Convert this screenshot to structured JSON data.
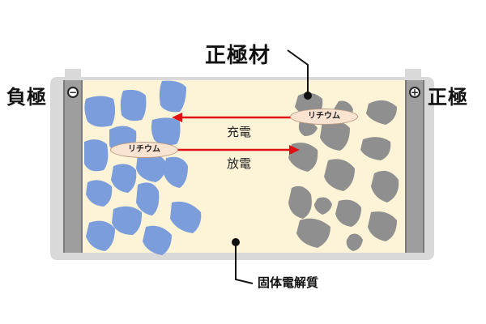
{
  "labels": {
    "negative_electrode": "負極",
    "positive_electrode": "正極",
    "cathode_material": "正極材",
    "solid_electrolyte": "固体電解質",
    "charge": "充電",
    "discharge": "放電",
    "lithium_left": "リチウム",
    "lithium_right": "リチウム",
    "minus_sign": "−",
    "plus_sign": "+"
  },
  "colors": {
    "anode_particle": "#7b9ddb",
    "cathode_particle": "#8f8f8f",
    "electrolyte": "#fdf4d8",
    "collector": "#9e9e9e",
    "frame": "#d9d9d9",
    "arrow": "#e01010"
  }
}
